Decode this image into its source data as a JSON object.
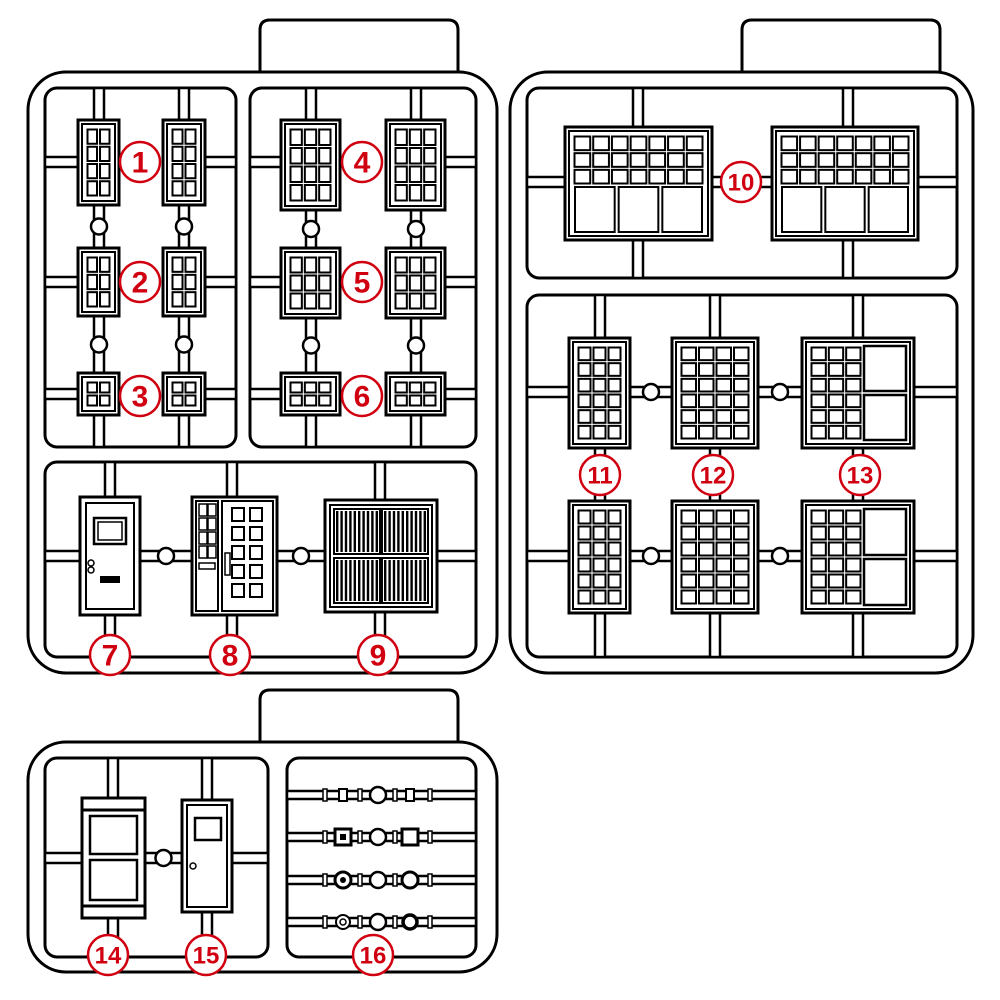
{
  "title": "Sprue parts diagram",
  "label_color": "#d00010",
  "parts": [
    {
      "label": "1",
      "type": "window"
    },
    {
      "label": "2",
      "type": "window"
    },
    {
      "label": "3",
      "type": "window"
    },
    {
      "label": "4",
      "type": "window"
    },
    {
      "label": "5",
      "type": "window"
    },
    {
      "label": "6",
      "type": "window"
    },
    {
      "label": "7",
      "type": "door"
    },
    {
      "label": "8",
      "type": "door-with-sidelight"
    },
    {
      "label": "9",
      "type": "louver-panel"
    },
    {
      "label": "10",
      "type": "window"
    },
    {
      "label": "11",
      "type": "window"
    },
    {
      "label": "12",
      "type": "window"
    },
    {
      "label": "13",
      "type": "window"
    },
    {
      "label": "14",
      "type": "window"
    },
    {
      "label": "15",
      "type": "door"
    },
    {
      "label": "16",
      "type": "small-fittings"
    }
  ]
}
